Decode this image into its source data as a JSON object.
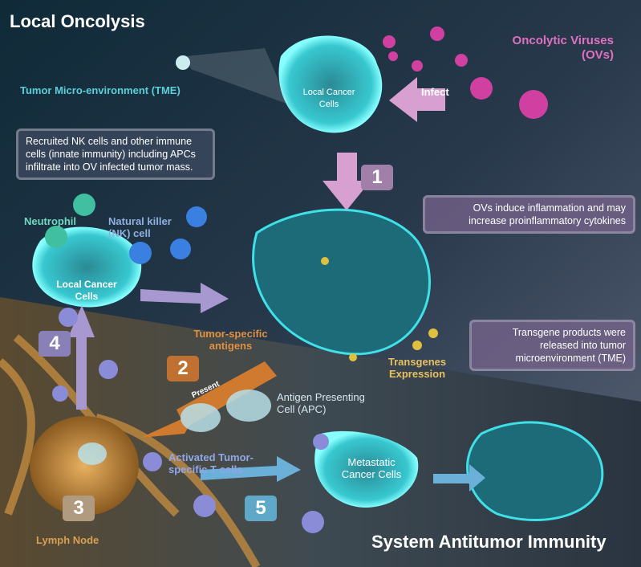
{
  "titles": {
    "top": "Local Oncolysis",
    "bottom": "System Antitumor Immunity"
  },
  "labels": {
    "tme": "Tumor Micro-environment (TME)",
    "ovs": "Oncolytic Viruses (OVs)",
    "local_cancer_top": "Local Cancer Cells",
    "infect": "Infect",
    "neutrophil": "Neutrophil",
    "nk_cell": "Natural killer (NK) cell",
    "local_cancer_left": "Local Cancer Cells",
    "tumor_antigens": "Tumor-specific antigens",
    "present": "Present",
    "apc": "Antigen Presenting Cell (APC)",
    "transgenes": "Transgenes Expression",
    "t_cells": "Activated Tumor-specific T cells",
    "metastatic": "Metastatic Cancer Cells",
    "lymph_node": "Lymph Node"
  },
  "callouts": {
    "innate": "Recruited NK cells and other immune cells (innate immunity) including APCs infiltrate into OV infected tumor mass.",
    "inflammation": "OVs induce inflammation and may increase proinflammatory cytokines",
    "transgene": "Transgene products were released into tumor microenvironment (TME)"
  },
  "steps": [
    "1",
    "2",
    "3",
    "4",
    "5"
  ],
  "colors": {
    "cyan": "#3fd0d8",
    "pink": "#e070c0",
    "orange": "#e08a30",
    "purple": "#8a7aa8",
    "lymph": "#c08a40"
  }
}
